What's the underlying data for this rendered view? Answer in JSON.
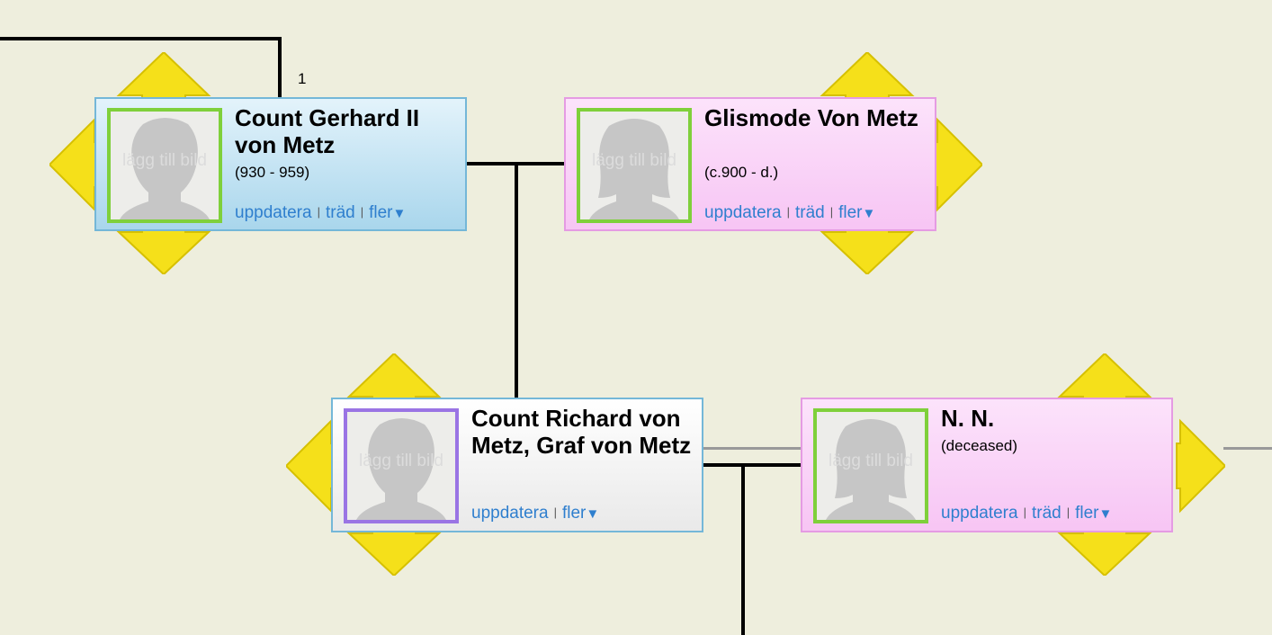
{
  "generation_label": "1",
  "photo_label": "lägg till bild",
  "links": {
    "update": "uppdatera",
    "tree": "träd",
    "more": "fler",
    "more_arrow": "▼"
  },
  "people": {
    "gerhard": {
      "name": "Count Gerhard II von Metz",
      "dates": "(930 - 959)"
    },
    "glismode": {
      "name": "Glismode Von Metz",
      "dates": "(c.900 - d.)"
    },
    "richard": {
      "name": "Count Richard von Metz, Graf von Metz",
      "dates": ""
    },
    "nn": {
      "name": "N. N.",
      "dates": "(deceased)"
    }
  },
  "colors": {
    "background": "#eeeedd",
    "male_card": "#a9d6ec",
    "female_card": "#f7c5f4",
    "photo_border": "#7fd03b",
    "selected_photo_border": "#9a74e4",
    "link": "#2f7fce",
    "arrow": "#f5e01a"
  }
}
